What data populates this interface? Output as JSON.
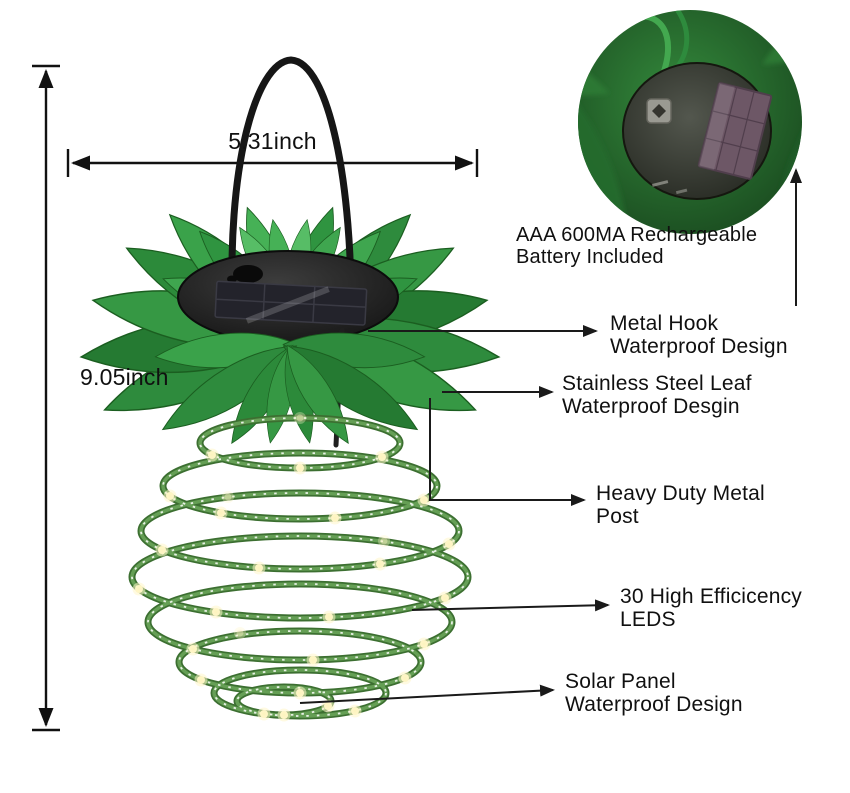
{
  "colors": {
    "background": "#ffffff",
    "leaf_green": "#2e8b3d",
    "coil_green": "#4f8a40",
    "led_glow": "#fdf4c0",
    "annotation_line": "#1a1a1a"
  },
  "measurements": {
    "width": "5.31inch",
    "height": "9.05inch"
  },
  "inset_caption": {
    "line1": "AAA 600MA Rechargeable",
    "line2": "Battery Included"
  },
  "callouts": [
    {
      "line1": "Metal Hook",
      "line2": "Waterproof Design"
    },
    {
      "line1": "Stainless Steel Leaf",
      "line2": "Waterproof Desgin"
    },
    {
      "line1": "Heavy Duty Metal",
      "line2": "Post"
    },
    {
      "line1": "30 High Efficicency",
      "line2": "LEDS"
    },
    {
      "line1": "Solar Panel",
      "line2": "Waterproof Design"
    }
  ]
}
